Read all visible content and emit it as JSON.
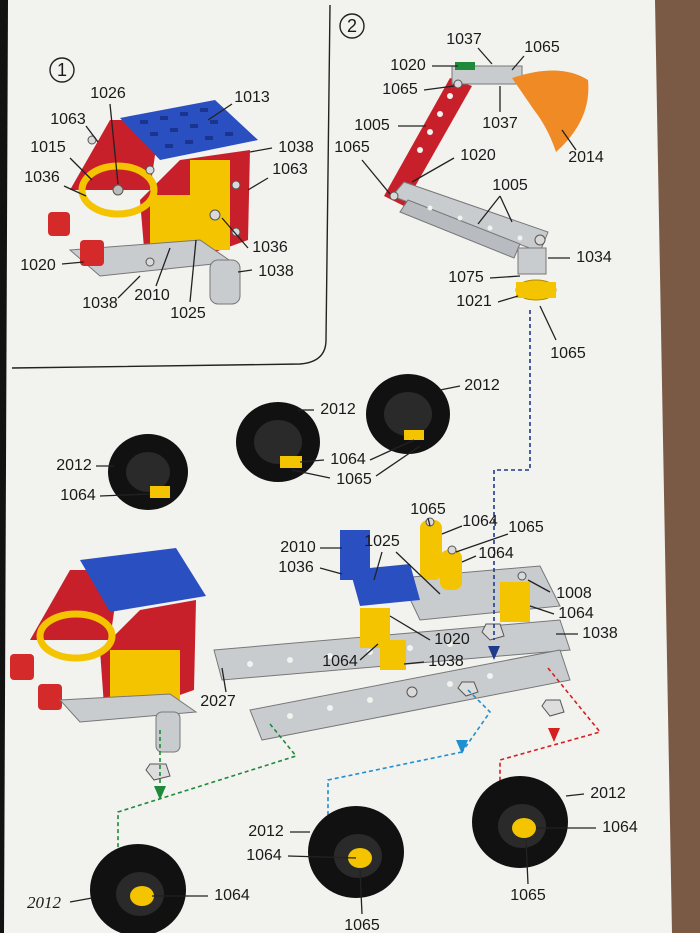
{
  "colors": {
    "paper": "#f3f3f1",
    "frame": "#141414",
    "red_part": "#c8202a",
    "blue_plate": "#2a4fc0",
    "yellow_part": "#f4c400",
    "steel": "#c9cccf",
    "tire": "#111111",
    "orange_bucket": "#f08a24",
    "green_guide": "#1e8a3a",
    "cyan_guide": "#1f8fd0",
    "navy_guide": "#1f3a8a",
    "red_guide": "#d42020"
  },
  "steps": [
    {
      "number": "1"
    },
    {
      "number": "2"
    }
  ],
  "labels": {
    "s1_1026": "1026",
    "s1_1013": "1013",
    "s1_1063a": "1063",
    "s1_1015": "1015",
    "s1_1038a": "1038",
    "s1_1036a": "1036",
    "s1_1063b": "1063",
    "s1_1036b": "1036",
    "s1_1020": "1020",
    "s1_1038b": "1038",
    "s1_1038c": "1038",
    "s1_2010": "2010",
    "s1_1025": "1025",
    "s2_1037a": "1037",
    "s2_1020a": "1020",
    "s2_1065a": "1065",
    "s2_1065b": "1065",
    "s2_1005a": "1005",
    "s2_1037b": "1037",
    "s2_1065c": "1065",
    "s2_1020b": "1020",
    "s2_2014": "2014",
    "s2_1005b": "1005",
    "s2_1034": "1034",
    "s2_1075": "1075",
    "s2_1021": "1021",
    "s2_1065d": "1065",
    "w_2012a": "2012",
    "w_2012b": "2012",
    "w_1064a": "1064",
    "w_1065a": "1065",
    "w_2012c": "2012",
    "w_1064b": "1064",
    "c_1065a": "1065",
    "c_1064a": "1064",
    "c_1065b": "1065",
    "c_2010": "2010",
    "c_1025": "1025",
    "c_1064b": "1064",
    "c_1036": "1036",
    "c_1008": "1008",
    "c_1064c": "1064",
    "c_1038a": "1038",
    "c_1020": "1020",
    "c_1064d": "1064",
    "c_1038b": "1038",
    "c_2027": "2027",
    "b_2012a": "2012",
    "b_1064a": "1064",
    "b_2012b": "2012",
    "b_1064b": "1064",
    "b_2012c": "2012",
    "b_1064c": "1064",
    "b_1065a": "1065",
    "b_1065b": "1065"
  }
}
